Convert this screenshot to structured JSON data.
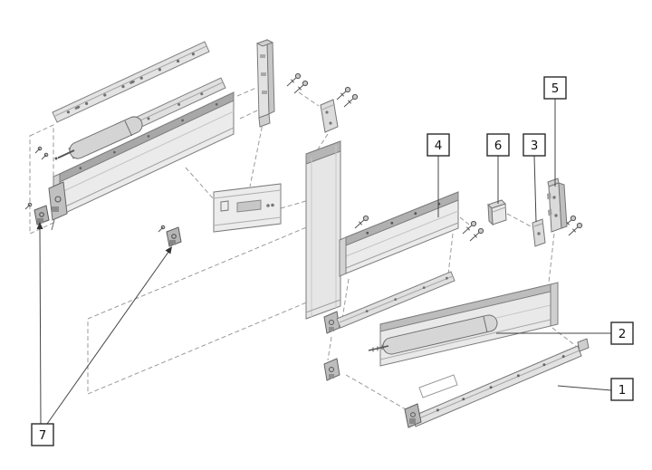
{
  "diagram": {
    "type": "exploded-parts-diagram",
    "callouts": [
      {
        "label": "1"
      },
      {
        "label": "2"
      },
      {
        "label": "3"
      },
      {
        "label": "4"
      },
      {
        "label": "5"
      },
      {
        "label": "6"
      },
      {
        "label": "7"
      }
    ],
    "colors": {
      "background": "#ffffff",
      "outline": "#7d7d7d",
      "dark_line": "#444444",
      "dashed_line": "#9a9a9a",
      "fill_light": "#ebebeb",
      "fill_mid": "#c6c6c6",
      "fill_dark": "#9f9f9f",
      "callout_border": "#2b2b2b",
      "callout_text": "#111111"
    }
  }
}
